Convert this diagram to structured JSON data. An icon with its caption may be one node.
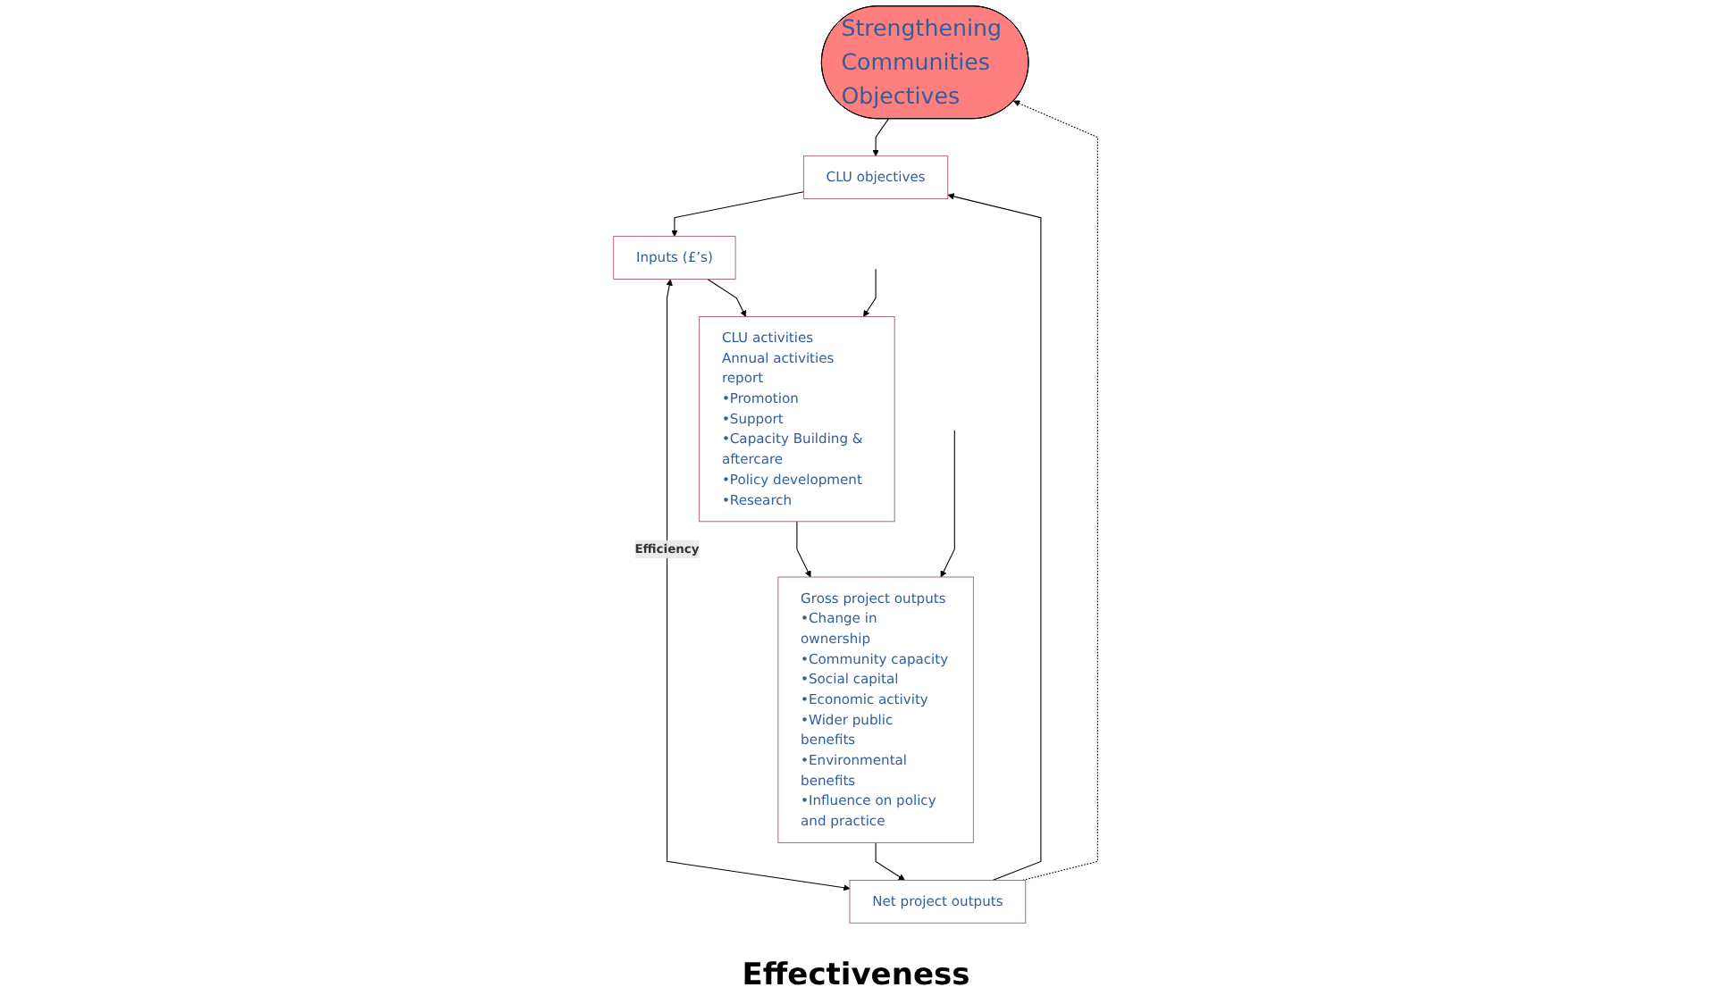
{
  "diagram": {
    "nodes": [
      {
        "text": [
          "Strengthening Communities Objectives"
        ]
      },
      {
        "text": [
          "CLU objectives"
        ]
      },
      {
        "text": [
          "Inputs (£’s)"
        ]
      },
      {
        "text": [
          "Net project outputs"
        ]
      },
      {
        "text": [
          "CLU activities",
          "Annual activities report",
          "•Promotion",
          "•Support",
          "•Capacity Building & aftercare",
          "•Policy development",
          "•Research"
        ]
      },
      {
        "text": [
          "Gross project outputs",
          "•Change in ownership",
          "•Community capacity",
          "•Social capital",
          "•Economic activity",
          "•Wider public benefits",
          "•Environmental benefits",
          "•Influence on policy and practice"
        ]
      }
    ],
    "edges": [
      {
        "from": 0,
        "to": 1,
        "arrow": "to"
      },
      {
        "from": 1,
        "to": 2,
        "arrow": "to"
      },
      {
        "from": 2,
        "to": 3,
        "arrow": "both",
        "label": "Efficiency"
      },
      {
        "from": 2,
        "to": 4,
        "arrow": "to"
      },
      {
        "from": 4,
        "to": 5,
        "arrow": "to"
      },
      {
        "from": 5,
        "to": 3,
        "arrow": "to"
      },
      {
        "from": 3,
        "to": 1,
        "arrow": "to"
      },
      {
        "from": 3,
        "to": 0,
        "arrow": "to",
        "style": "dashed"
      },
      {
        "from": null,
        "to": 4,
        "arrow": "to"
      },
      {
        "from": null,
        "to": 5,
        "arrow": "to"
      }
    ],
    "labels": [
      "Effectiveness"
    ]
  }
}
